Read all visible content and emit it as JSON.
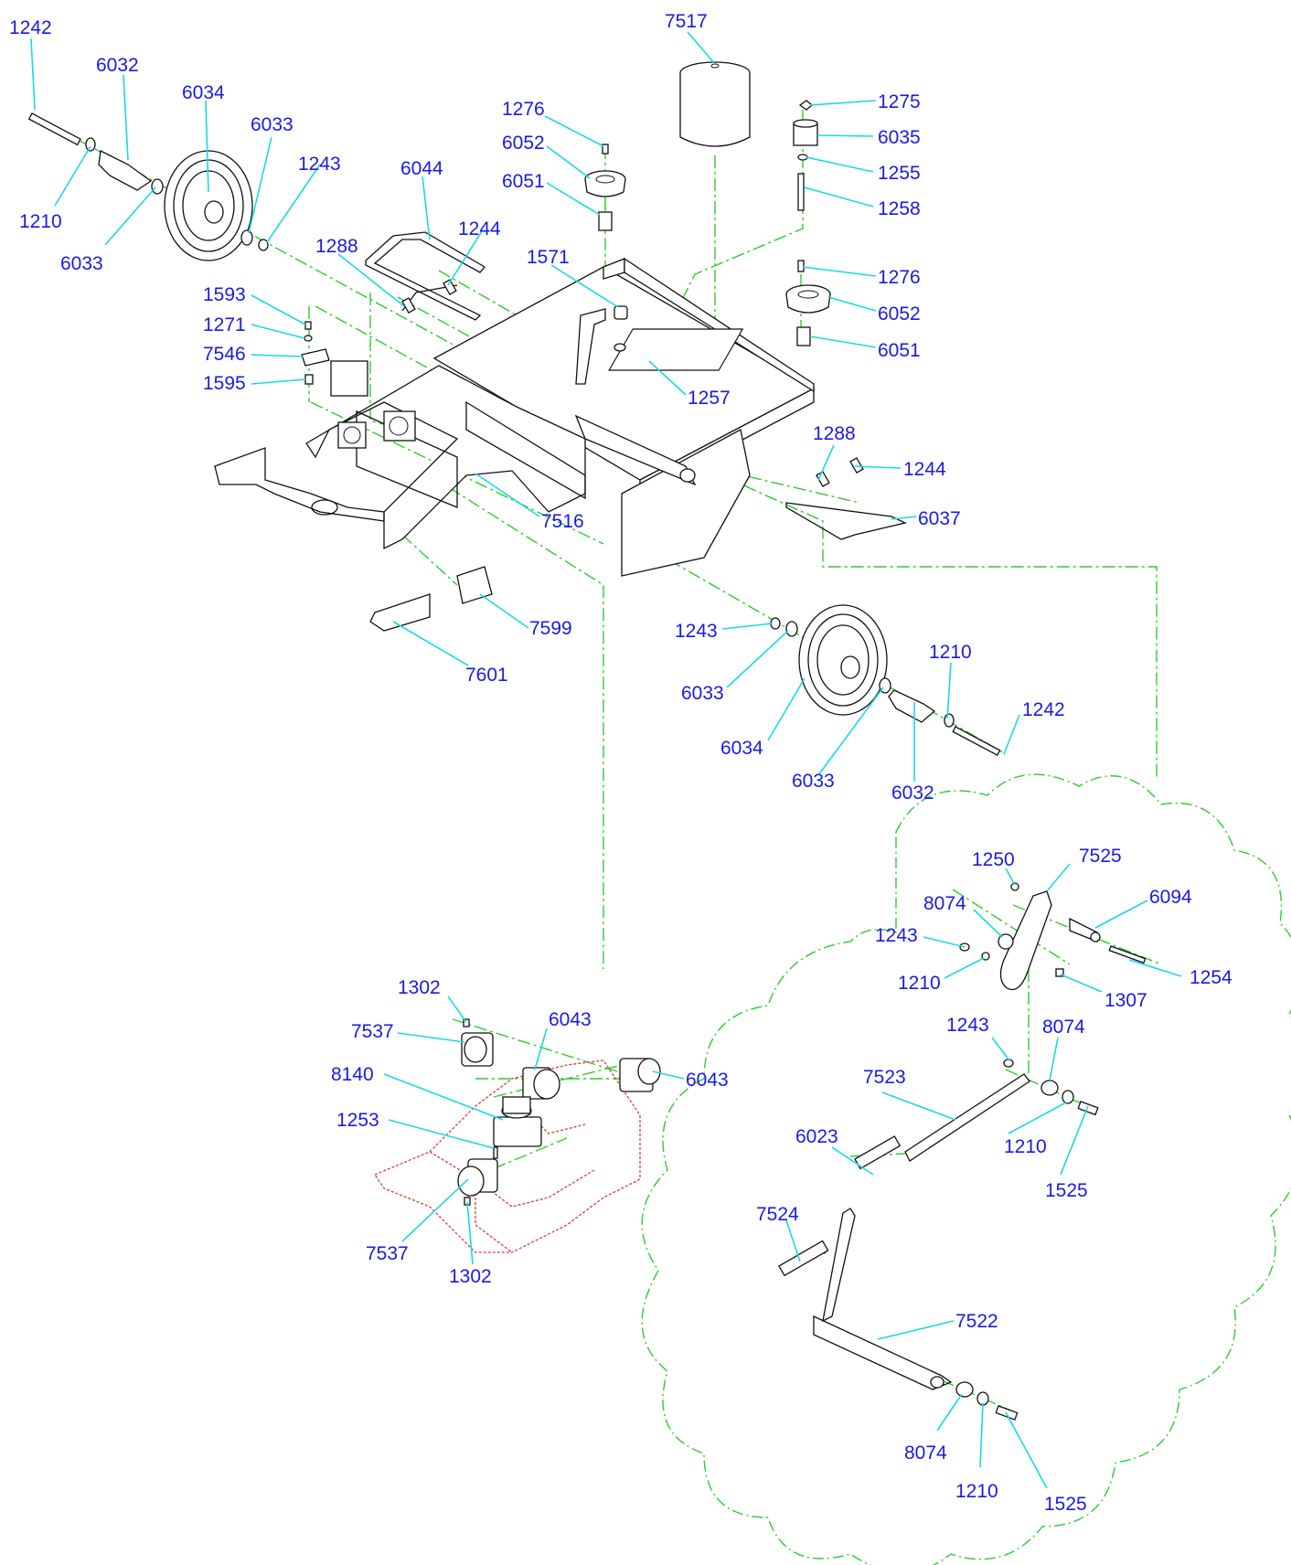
{
  "colors": {
    "label": "#1a1ae6",
    "leader": "#19d9e6",
    "assembly_line": "#2ecc2e",
    "reference_ghost": "#e23a2e",
    "part_outline": "#111111"
  },
  "labels": [
    {
      "id": "1242",
      "text": "1242"
    },
    {
      "id": "6032",
      "text": "6032"
    },
    {
      "id": "6034",
      "text": "6034"
    },
    {
      "id": "6033",
      "text": "6033"
    },
    {
      "id": "1243",
      "text": "1243"
    },
    {
      "id": "1210",
      "text": "1210"
    },
    {
      "id": "6033",
      "text": "6033"
    },
    {
      "id": "6044",
      "text": "6044"
    },
    {
      "id": "1288",
      "text": "1288"
    },
    {
      "id": "1244",
      "text": "1244"
    },
    {
      "id": "1276",
      "text": "1276"
    },
    {
      "id": "6052",
      "text": "6052"
    },
    {
      "id": "6051",
      "text": "6051"
    },
    {
      "id": "1571",
      "text": "1571"
    },
    {
      "id": "7517",
      "text": "7517"
    },
    {
      "id": "1275",
      "text": "1275"
    },
    {
      "id": "6035",
      "text": "6035"
    },
    {
      "id": "1255",
      "text": "1255"
    },
    {
      "id": "1258",
      "text": "1258"
    },
    {
      "id": "1276",
      "text": "1276"
    },
    {
      "id": "6052",
      "text": "6052"
    },
    {
      "id": "6051",
      "text": "6051"
    },
    {
      "id": "1257",
      "text": "1257"
    },
    {
      "id": "1593",
      "text": "1593"
    },
    {
      "id": "1271",
      "text": "1271"
    },
    {
      "id": "7546",
      "text": "7546"
    },
    {
      "id": "1595",
      "text": "1595"
    },
    {
      "id": "1288",
      "text": "1288"
    },
    {
      "id": "1244",
      "text": "1244"
    },
    {
      "id": "6037",
      "text": "6037"
    },
    {
      "id": "7516",
      "text": "7516"
    },
    {
      "id": "7599",
      "text": "7599"
    },
    {
      "id": "7601",
      "text": "7601"
    },
    {
      "id": "1243",
      "text": "1243"
    },
    {
      "id": "6033",
      "text": "6033"
    },
    {
      "id": "1210",
      "text": "1210"
    },
    {
      "id": "1242",
      "text": "1242"
    },
    {
      "id": "6034",
      "text": "6034"
    },
    {
      "id": "6033",
      "text": "6033"
    },
    {
      "id": "6032",
      "text": "6032"
    },
    {
      "id": "1250",
      "text": "1250"
    },
    {
      "id": "7525",
      "text": "7525"
    },
    {
      "id": "6094",
      "text": "6094"
    },
    {
      "id": "8074",
      "text": "8074"
    },
    {
      "id": "1243",
      "text": "1243"
    },
    {
      "id": "1254",
      "text": "1254"
    },
    {
      "id": "1210",
      "text": "1210"
    },
    {
      "id": "1307",
      "text": "1307"
    },
    {
      "id": "1243",
      "text": "1243"
    },
    {
      "id": "8074",
      "text": "8074"
    },
    {
      "id": "7523",
      "text": "7523"
    },
    {
      "id": "1210",
      "text": "1210"
    },
    {
      "id": "6023",
      "text": "6023"
    },
    {
      "id": "1525",
      "text": "1525"
    },
    {
      "id": "7524",
      "text": "7524"
    },
    {
      "id": "7522",
      "text": "7522"
    },
    {
      "id": "8074",
      "text": "8074"
    },
    {
      "id": "1210",
      "text": "1210"
    },
    {
      "id": "1525",
      "text": "1525"
    },
    {
      "id": "1302",
      "text": "1302"
    },
    {
      "id": "7537",
      "text": "7537"
    },
    {
      "id": "6043",
      "text": "6043"
    },
    {
      "id": "8140",
      "text": "8140"
    },
    {
      "id": "6043",
      "text": "6043"
    },
    {
      "id": "1253",
      "text": "1253"
    },
    {
      "id": "7537",
      "text": "7537"
    },
    {
      "id": "1302",
      "text": "1302"
    }
  ]
}
